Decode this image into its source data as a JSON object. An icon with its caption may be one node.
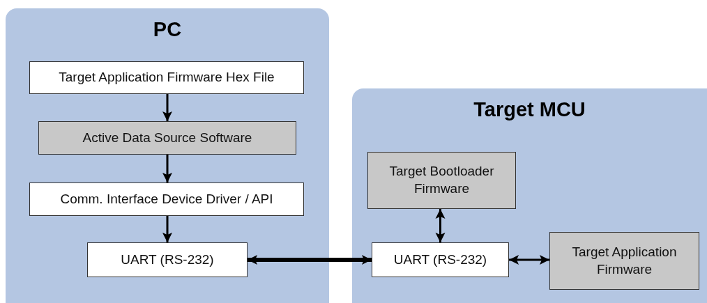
{
  "diagram": {
    "nodes": [
      {
        "text": [
          "PC"
        ]
      },
      {
        "text": [
          "Target Application Firmware Hex File"
        ],
        "in": 0
      },
      {
        "text": [
          "Active Data Source Software"
        ],
        "in": 0
      },
      {
        "text": [
          "Comm. Interface Device Driver / API"
        ],
        "in": 0
      },
      {
        "text": [
          "UART (RS-232)"
        ],
        "in": 0
      },
      {
        "text": [
          "Target MCU"
        ]
      },
      {
        "text": [
          "Target Bootloader Firmware"
        ],
        "in": 5
      },
      {
        "text": [
          "UART (RS-232)"
        ],
        "in": 5
      },
      {
        "text": [
          "Target Application Firmware"
        ],
        "in": 5
      }
    ],
    "edges": [
      {
        "from": 1,
        "to": 2,
        "arrow": "to"
      },
      {
        "from": 2,
        "to": 3,
        "arrow": "to"
      },
      {
        "from": 3,
        "to": 4,
        "arrow": "to"
      },
      {
        "from": 4,
        "to": 7,
        "arrow": "both",
        "style": "thick"
      },
      {
        "from": 6,
        "to": 7,
        "arrow": "both"
      },
      {
        "from": 7,
        "to": 8,
        "arrow": "both"
      }
    ]
  }
}
